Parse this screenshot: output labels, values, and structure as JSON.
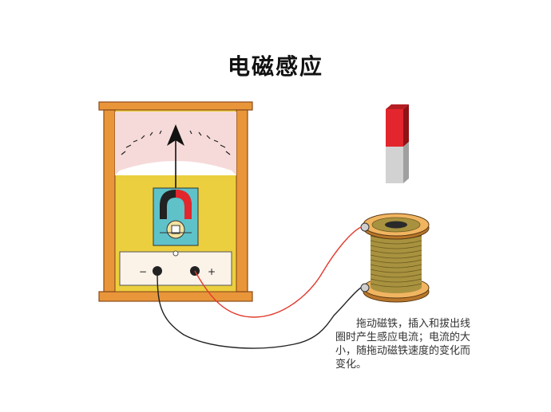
{
  "title": "电磁感应",
  "meter": {
    "minus_label": "−",
    "plus_label": "+"
  },
  "caption": {
    "lines": [
      "拖动磁铁，插入和拔出线",
      "圈时产生感应电流；电流的大",
      "小，随拖动磁铁速度的变化而",
      "变化。"
    ]
  },
  "colors": {
    "frame": "#e9963a",
    "dial_face": "#f6dada",
    "meter_body": "#ebcf3e",
    "magnet_north": "#e3262d",
    "magnet_south": "#d2d2d2",
    "coil_winding": "#a8923f",
    "coil_flange": "#f1b561",
    "wire_red": "#e23a2e",
    "wire_black": "#222222"
  }
}
